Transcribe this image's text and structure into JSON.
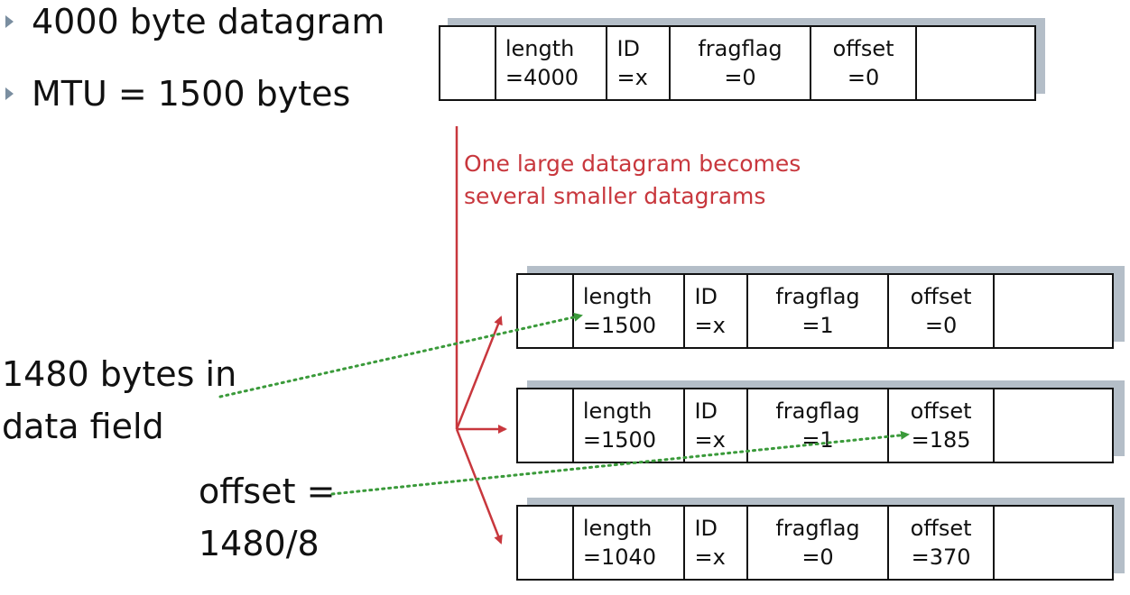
{
  "bullets": [
    "4000 byte datagram",
    "MTU = 1500 bytes"
  ],
  "annotation": {
    "line1": "One large datagram becomes",
    "line2": "several smaller datagrams"
  },
  "side_labels": {
    "data_field_line1": "1480 bytes in",
    "data_field_line2": "data field",
    "offset_line1": "offset =",
    "offset_line2": "1480/8"
  },
  "original": {
    "length_label": "length",
    "length_value": "=4000",
    "id_label": "ID",
    "id_value": "=x",
    "fragflag_label": "fragflag",
    "fragflag_value": "=0",
    "offset_label": "offset",
    "offset_value": "=0"
  },
  "fragments": [
    {
      "length_label": "length",
      "length_value": "=1500",
      "id_label": "ID",
      "id_value": "=x",
      "fragflag_label": "fragflag",
      "fragflag_value": "=1",
      "offset_label": "offset",
      "offset_value": "=0"
    },
    {
      "length_label": "length",
      "length_value": "=1500",
      "id_label": "ID",
      "id_value": "=x",
      "fragflag_label": "fragflag",
      "fragflag_value": "=1",
      "offset_label": "offset",
      "offset_value": "=185"
    },
    {
      "length_label": "length",
      "length_value": "=1040",
      "id_label": "ID",
      "id_value": "=x",
      "fragflag_label": "fragflag",
      "fragflag_value": "=0",
      "offset_label": "offset",
      "offset_value": "=370"
    }
  ],
  "colors": {
    "text": "#111111",
    "annotation": "#c8373d",
    "split_arrow": "#c8373d",
    "pointer": "#3a9a3a",
    "shadow": "#b4bec8",
    "bullet": "#7a8ea0"
  }
}
